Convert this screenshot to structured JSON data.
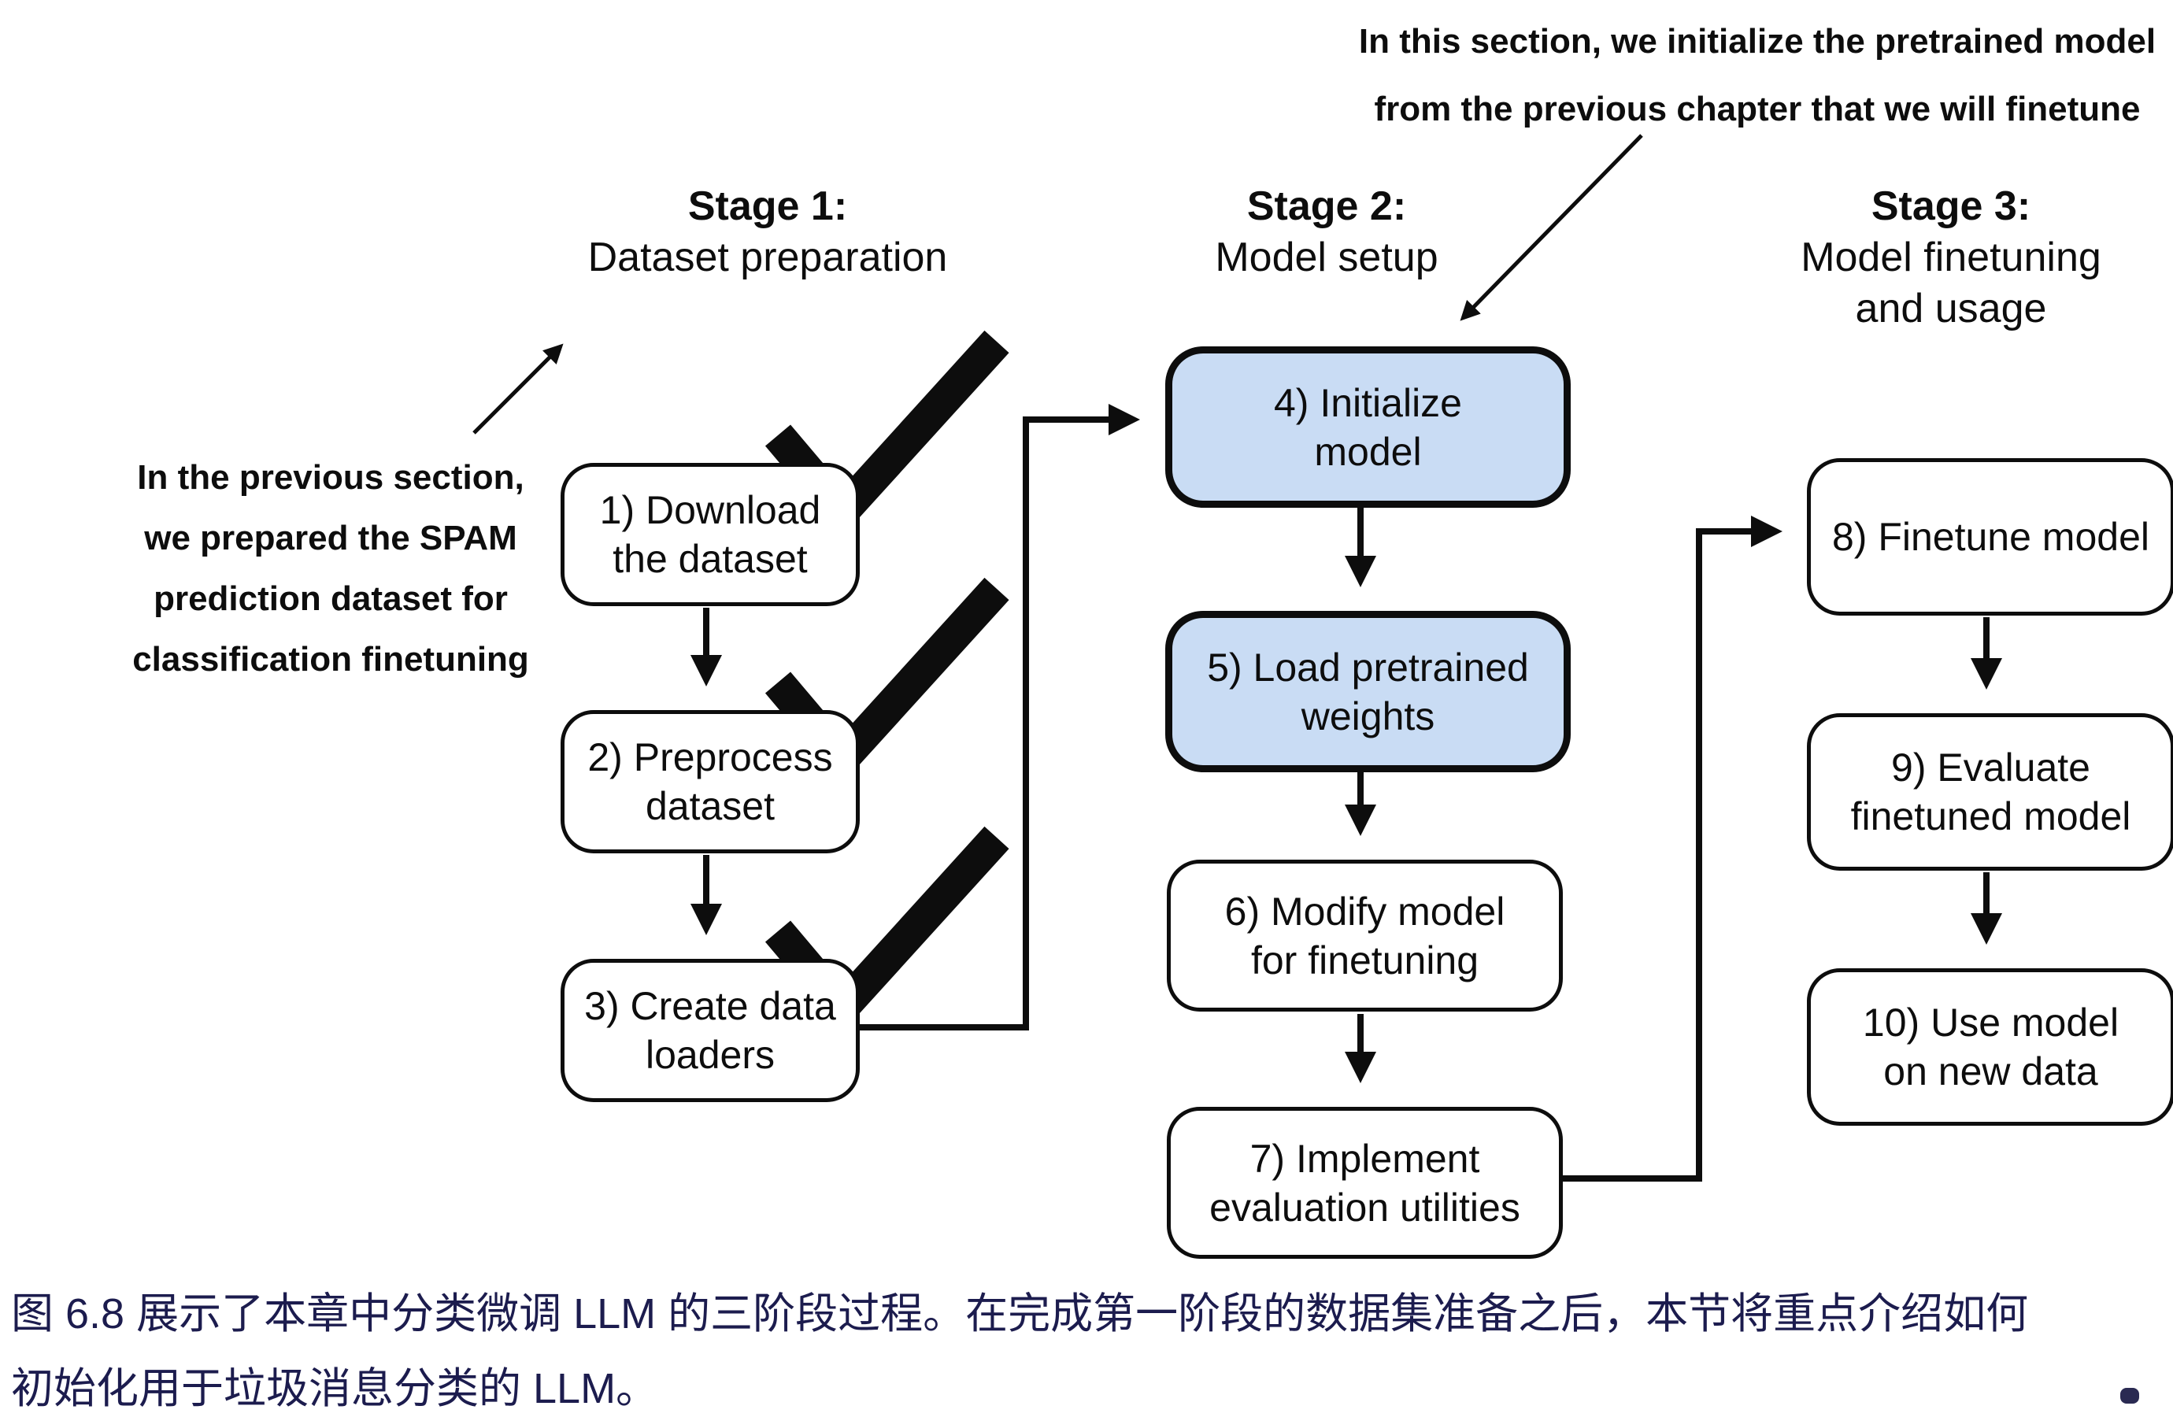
{
  "figure": {
    "type": "flowchart",
    "accent_color": "#c9dcf4",
    "line_color": "#0d0d0d",
    "caption_color": "#1c1c4e"
  },
  "annotations": {
    "top": {
      "lines": [
        "In this section, we initialize the pretrained model",
        "from the previous chapter that we will finetune"
      ]
    },
    "left": {
      "lines": [
        "In the previous section,",
        "we prepared the SPAM",
        "prediction dataset for",
        "classification finetuning"
      ]
    }
  },
  "stages": [
    {
      "title": "Stage 1:",
      "subtitle_lines": [
        "Dataset preparation"
      ]
    },
    {
      "title": "Stage 2:",
      "subtitle_lines": [
        "Model setup"
      ]
    },
    {
      "title": "Stage 3:",
      "subtitle_lines": [
        "Model finetuning",
        "and usage"
      ]
    }
  ],
  "boxes": [
    {
      "id": 1,
      "lines": [
        "1) Download",
        "the dataset"
      ],
      "highlighted": false,
      "checked": true
    },
    {
      "id": 2,
      "lines": [
        "2) Preprocess",
        "dataset"
      ],
      "highlighted": false,
      "checked": true
    },
    {
      "id": 3,
      "lines": [
        "3) Create data",
        "loaders"
      ],
      "highlighted": false,
      "checked": true
    },
    {
      "id": 4,
      "lines": [
        "4) Initialize",
        "model"
      ],
      "highlighted": true,
      "checked": false
    },
    {
      "id": 5,
      "lines": [
        "5) Load pretrained",
        "weights"
      ],
      "highlighted": true,
      "checked": false
    },
    {
      "id": 6,
      "lines": [
        "6) Modify model",
        "for finetuning"
      ],
      "highlighted": false,
      "checked": false
    },
    {
      "id": 7,
      "lines": [
        "7) Implement",
        "evaluation utilities"
      ],
      "highlighted": false,
      "checked": false
    },
    {
      "id": 8,
      "lines": [
        "8) Finetune model"
      ],
      "highlighted": false,
      "checked": false
    },
    {
      "id": 9,
      "lines": [
        "9) Evaluate",
        "finetuned model"
      ],
      "highlighted": false,
      "checked": false
    },
    {
      "id": 10,
      "lines": [
        "10) Use model",
        "on new data"
      ],
      "highlighted": false,
      "checked": false
    }
  ],
  "caption": {
    "lines": [
      "图 6.8 展示了本章中分类微调 LLM 的三阶段过程。在完成第一阶段的数据集准备之后，本节将重点介绍如何",
      "初始化用于垃圾消息分类的 LLM。"
    ]
  }
}
